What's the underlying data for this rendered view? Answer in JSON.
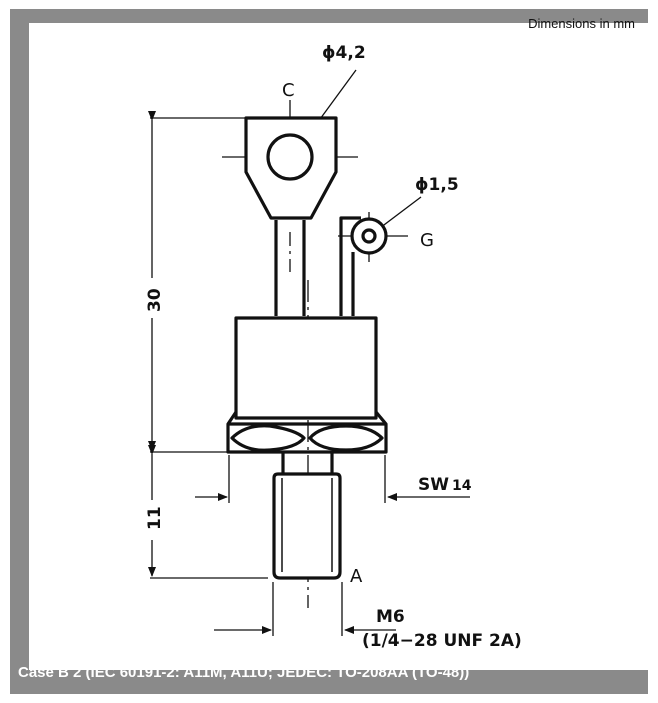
{
  "header": {
    "units_note": "Dimensions in mm"
  },
  "caption": {
    "text": "Case B 2 (IEC 60191-2: A11M, A11U; JEDEC: TO-208AA (TO-48))"
  },
  "diagram": {
    "terminals": {
      "cathode": "C",
      "gate": "G",
      "anode": "A"
    },
    "dimensions": {
      "cathode_hole": "ϕ4,2",
      "gate_hole": "ϕ1,5",
      "height_total": "30",
      "thread_length": "11",
      "wrench_size_prefix": "SW",
      "wrench_size_value": "14",
      "thread": "M6",
      "thread_unf": "(1/4−28 UNF 2A)"
    }
  }
}
